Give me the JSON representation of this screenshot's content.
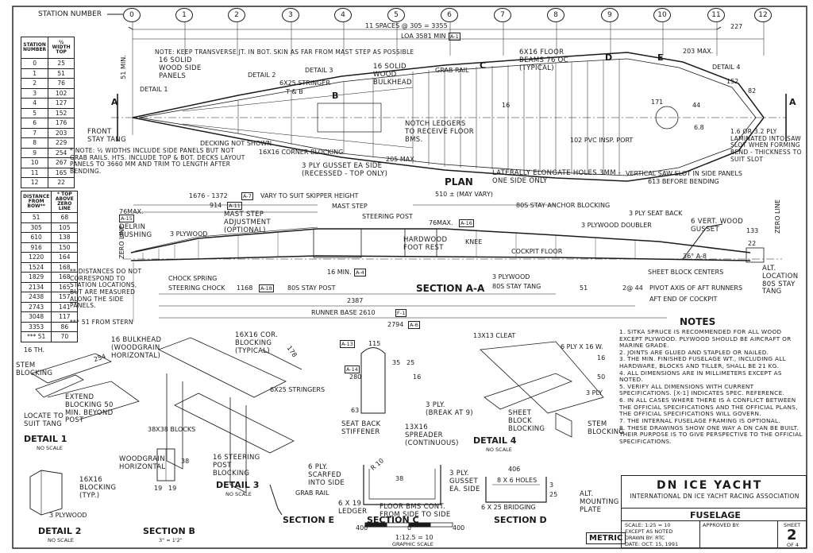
{
  "header": {
    "station_label": "STATION NUMBER",
    "stations": [
      "0",
      "1",
      "2",
      "3",
      "4",
      "5",
      "6",
      "7",
      "8",
      "9",
      "10",
      "11",
      "12"
    ],
    "spaces": "11 SPACES @ 305 = 3355",
    "loa": "LOA 3581 MIN",
    "loa_ref": "A-1",
    "right_dim": "227"
  },
  "table1": {
    "headers": [
      "STATION NUMBER",
      "½ WIDTH TOP"
    ],
    "rows": [
      [
        "0",
        "25"
      ],
      [
        "1",
        "51"
      ],
      [
        "2",
        "76"
      ],
      [
        "3",
        "102"
      ],
      [
        "4",
        "127"
      ],
      [
        "5",
        "152"
      ],
      [
        "6",
        "176"
      ],
      [
        "7",
        "203"
      ],
      [
        "8",
        "229"
      ],
      [
        "9",
        "254"
      ],
      [
        "10",
        "267"
      ],
      [
        "11",
        "165"
      ],
      [
        "12",
        "22"
      ]
    ]
  },
  "table1_note": "* NOTE: ½ WIDTHS INCLUDE SIDE PANELS BUT NOT GRAB RAILS. HTS. INCLUDE TOP & BOT. DECKS LAYOUT PANELS TO 3660 MM AND TRIM TO LENGTH AFTER BENDING.",
  "table2": {
    "headers": [
      "DISTANCE FROM BOW**",
      "* TOP ABOVE ZERO LINE"
    ],
    "rows": [
      [
        "51",
        "68"
      ],
      [
        "305",
        "105"
      ],
      [
        "610",
        "138"
      ],
      [
        "916",
        "150"
      ],
      [
        "1220",
        "164"
      ],
      [
        "1524",
        "168"
      ],
      [
        "1829",
        "168"
      ],
      [
        "2134",
        "165"
      ],
      [
        "2438",
        "157"
      ],
      [
        "2743",
        "141"
      ],
      [
        "3048",
        "117"
      ],
      [
        "3353",
        "86"
      ],
      [
        "*** 51",
        "70"
      ]
    ]
  },
  "table2_note": "** DISTANCES DO NOT CORRESPOND TO STATION LOCATIONS, BUT ARE MEASURED ALONG THE SIDE PANELS.",
  "table2_note2": "*** 51 FROM STERN",
  "plan": {
    "title": "PLAN",
    "note": "NOTE: KEEP TRANSVERSE JT. IN BOT. SKIN AS FAR FROM MAST STEP AS POSSIBLE",
    "labels": {
      "side_panels": "16 SOLID WOOD SIDE PANELS",
      "detail1": "DETAIL 1",
      "detail2": "DETAIL 2",
      "detail3": "DETAIL 3",
      "detail4": "DETAIL 4",
      "stringer": "6x25 STRINGER",
      "stringer_ref": "T & B",
      "bulkhead": "16 SOLID WOOD BULKHEAD",
      "grab_rail": "GRAB RAIL",
      "floor_beams": "6x16 FLOOR BEAMS 76 OC (TYPICAL)",
      "notch": "NOTCH LEDGERS TO RECEIVE FLOOR BMS.",
      "front_stay": "FRONT STAY TANG",
      "decking": "DECKING NOT SHOWN",
      "corner_blocking": "16x16 CORNER BLOCKING",
      "gusset": "3 PLY GUSSET EA SIDE (RECESSED - TOP ONLY)",
      "pvc_port": "102 PVC INSP. PORT",
      "elongate": "LATERALLY ELONGATE HOLES 3MM - ONE SIDE ONLY",
      "saw_slot": "VERTICAL SAW SLOT IN SIDE PANELS",
      "before_bending": "613 BEFORE BENDING",
      "laminated": "1.6 OR 3.2 PLY LAMINATED INTO SAW SLOT WHEN FORMING BEND - THICKNESS TO SUIT SLOT",
      "min51": "51 MIN.",
      "max205": "205 MAX.",
      "max203": "203 MAX.",
      "d16": "16",
      "d152": "152",
      "d82": "82",
      "d44": "44",
      "d171": "171",
      "d68": "6.8",
      "sec_a": "A",
      "sec_b": "B",
      "sec_c": "C",
      "sec_d": "D",
      "sec_e": "E"
    }
  },
  "section_aa": {
    "title": "SECTION A-A",
    "labels": {
      "dim1": "1676 - 1372",
      "ref_a7": "A-7",
      "vary": "VARY TO SUIT SKIPPER HEIGHT",
      "d914": "914",
      "ref_a11": "A-11",
      "mast_step_adj": "MAST STEP ADJUSTMENT (OPTIONAL)",
      "mast_step": "MAST STEP",
      "steering_post": "STEERING POST",
      "max76a": "76MAX.",
      "max76b": "76MAX.",
      "ref_a16": "A-16",
      "d510": "510 ± (MAY VARY)",
      "anchor_blocking": "80S STAY ANCHOR BLOCKING",
      "seat_back": "3 PLY SEAT BACK",
      "vert_wood_gusset": "6 VERT. WOOD GUSSET",
      "ply_doubler": "3 PLYWOOD DOUBLER",
      "plywood": "3 PLYWOOD",
      "bushing": "DELRIN BUSHING",
      "hardwood_foot": "HARDWOOD FOOT REST",
      "knee": "KNEE",
      "cockpit_floor": "COCKPIT FLOOR",
      "chock_spring": "CHOCK SPRING",
      "steering_chock": "STEERING CHOCK",
      "d1168": "1168",
      "ref_a18": "A-18",
      "ref_a15": "A-15",
      "stay_post": "80S STAY POST",
      "min16": "16 MIN.",
      "ref_a4": "A-4",
      "plywood2": "3 PLYWOOD",
      "stay_tang": "80S STAY TANG",
      "d51": "51",
      "d2at44": "2@ 44",
      "pivot": "PIVOT AXIS OF AFT RUNNERS",
      "aft_end": "AFT END OF COCKPIT",
      "d2387": "2387",
      "runner_base": "RUNNER BASE 2610",
      "ref_f1": "F-1",
      "d2794": "2794",
      "ref_a6": "A-6",
      "zero_line": "ZERO LINE",
      "sheet_block": "SHEET BLOCK CENTERS",
      "alt_location": "ALT. LOCATION 80S STAY TANG",
      "d133": "133",
      "d22": "22",
      "deg36": "36° A-8"
    }
  },
  "notes": {
    "title": "NOTES",
    "items": [
      "1. SITKA SPRUCE IS RECOMMENDED FOR ALL WOOD EXCEPT PLYWOOD. PLYWOOD SHOULD BE AIRCRAFT OR MARINE GRADE.",
      "2. JOINTS ARE GLUED AND STAPLED OR NAILED.",
      "3. THE MIN. FINISHED FUSELAGE WT., INCLUDING ALL HARDWARE, BLOCKS AND TILLER, SHALL BE 21 KG.",
      "4. ALL DIMENSIONS ARE IN MILLIMETERS EXCEPT AS NOTED.",
      "5. VERIFY ALL DIMENSIONS WITH CURRENT SPECIFICATIONS. [X-1] INDICATES SPEC. REFERENCE.",
      "6. IN ALL CASES WHERE THERE IS A CONFLICT BETWEEN THE OFFICIAL SPECIFICATIONS AND THE OFFICIAL PLANS, THE OFFICIAL SPECIFICATIONS WILL GOVERN.",
      "7. THE INTERNAL FUSELAGE FRAMING IS OPTIONAL.",
      "8. THESE DRAWINGS SHOW ONE WAY A DN CAN BE BUILT. THEIR PURPOSE IS TO GIVE PERSPECTIVE TO THE OFFICIAL SPECIFICATIONS."
    ]
  },
  "details": {
    "detail1": {
      "title": "DETAIL 1",
      "scale": "NO SCALE",
      "th": "16 TH.",
      "stem": "STEM BLOCKING",
      "extend": "EXTEND BLOCKING 50 MIN. BEYOND POST",
      "locate": "LOCATE TO SUIT TANG",
      "d254": "254"
    },
    "detail2": {
      "title": "DETAIL 2",
      "scale": "NO SCALE",
      "blocking": "16x16 BLOCKING (TYP.)",
      "plywood": "3 PLYWOOD"
    },
    "detail3": {
      "title": "DETAIL 3",
      "scale": "NO SCALE",
      "bulkhead": "16 BULKHEAD (WOODGRAIN HORIZONTAL)",
      "cor_blocking": "16x16 COR. BLOCKING (TYPICAL)",
      "stringers": "6x25 STRINGERS",
      "blocks": "38x38 BLOCKS",
      "steering_post": "16 STEERING POST BLOCKING",
      "d178": "178"
    },
    "section_b": {
      "title": "SECTION B",
      "scale": "3\" = 1'2\"",
      "woodgrain": "WOODGRAIN HORIZONTAL",
      "d19a": "19",
      "d19b": "19",
      "d38": "38"
    },
    "seat_back": {
      "stiffener": "SEAT BACK STIFFENER",
      "ref_a13": "A-13",
      "d115": "115",
      "d280": "280",
      "ref_a14": "A-14",
      "d35": "35",
      "d63": "63",
      "d25": "25",
      "d16": "16"
    },
    "section_e": {
      "title": "SECTION E",
      "ply_scarfed": "6 PLY. SCARFED INTO SIDE",
      "grab_rail": "GRAB RAIL"
    },
    "section_c": {
      "title": "SECTION C",
      "r10": "R 10",
      "d38": "38",
      "gusset": "3 PLY. GUSSET EA. SIDE",
      "ledger": "6 x 19 LEDGER",
      "floor_bms": "FLOOR BMS CONT. FROM SIDE TO SIDE"
    },
    "spreader": {
      "label": "13x16 SPREADER (CONTINUOUS)",
      "ply": "3 PLY. (BREAK AT 9)"
    },
    "detail4": {
      "title": "DETAIL 4",
      "scale": "NO SCALE",
      "cleat": "13x13 CLEAT",
      "ply_tkw": "6 PLY x 16 W.",
      "d16": "16",
      "d50": "50",
      "ply3": "3 PLY",
      "sheet_block": "SHEET BLOCK BLOCKING",
      "stem_blocking": "STEM BLOCKING",
      "alt_mounting": "ALT. MOUNTING PLATE"
    },
    "section_d": {
      "title": "SECTION D",
      "d406": "406",
      "holes": "8 x 6 HOLES",
      "bridging": "6 x 25 BRIDGING",
      "d3": "3",
      "d25": "25"
    }
  },
  "scale_bar": {
    "left": "400",
    "zero": "0",
    "right": "400",
    "ratio": "1:12.5 = 10",
    "caption": "GRAPHIC SCALE"
  },
  "title_block": {
    "metric": "METRIC",
    "title": "DN  ICE  YACHT",
    "org": "INTERNATIONAL DN ICE YACHT RACING ASSOCIATION",
    "part": "FUSELAGE",
    "scale": "SCALE: 1:25 = 10",
    "except": "EXCEPT AS NOTED",
    "drawn": "DRAWN BY: RTC",
    "date": "DATE: OCT. 15, 1991",
    "approved": "APPROVED BY:",
    "sheet_label": "SHEET",
    "sheet_no": "2",
    "of": "OF 4"
  }
}
